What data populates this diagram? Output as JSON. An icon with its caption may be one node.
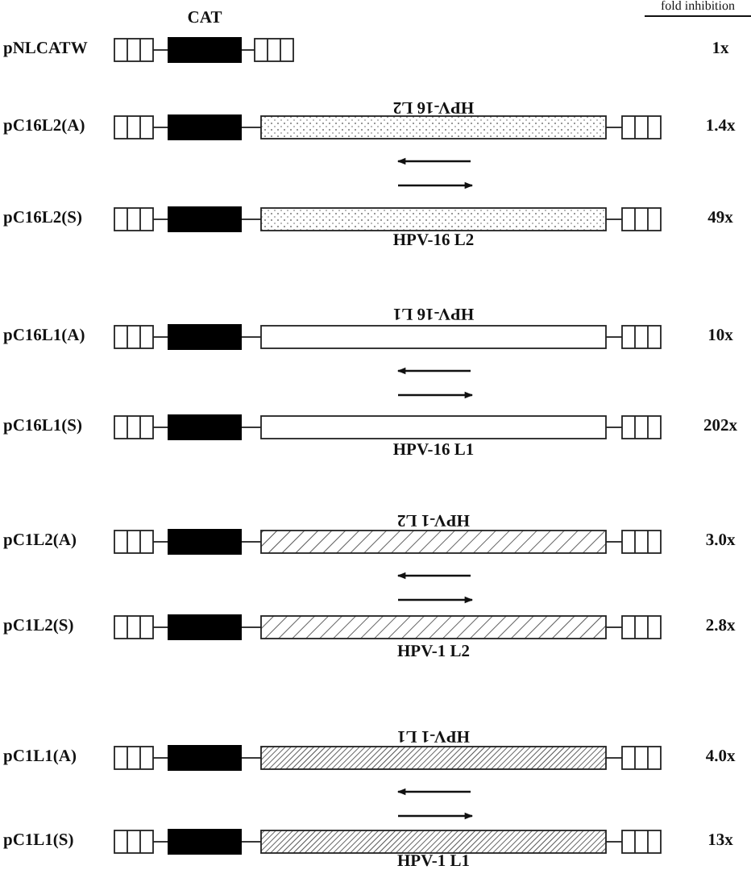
{
  "diagram": {
    "labels": [
      "fold inhibition",
      "CAT",
      "pNLCATW",
      "1x",
      "HPV-16 L2",
      "pC16L2(A)",
      "1.4x",
      "pC16L2(S)",
      "49x",
      "HPV-16 L2",
      "HPV-16 L1",
      "pC16L1(A)",
      "10x",
      "pC16L1(S)",
      "202x",
      "HPV-16 L1",
      "HPV-1 L2",
      "pC1L2(A)",
      "3.0x",
      "pC1L2(S)",
      "2.8x",
      "HPV-1 L2",
      "HPV-1 L1",
      "pC1L1(A)",
      "4.0x",
      "pC1L1(S)",
      "13x",
      "HPV-1 L1"
    ]
  }
}
